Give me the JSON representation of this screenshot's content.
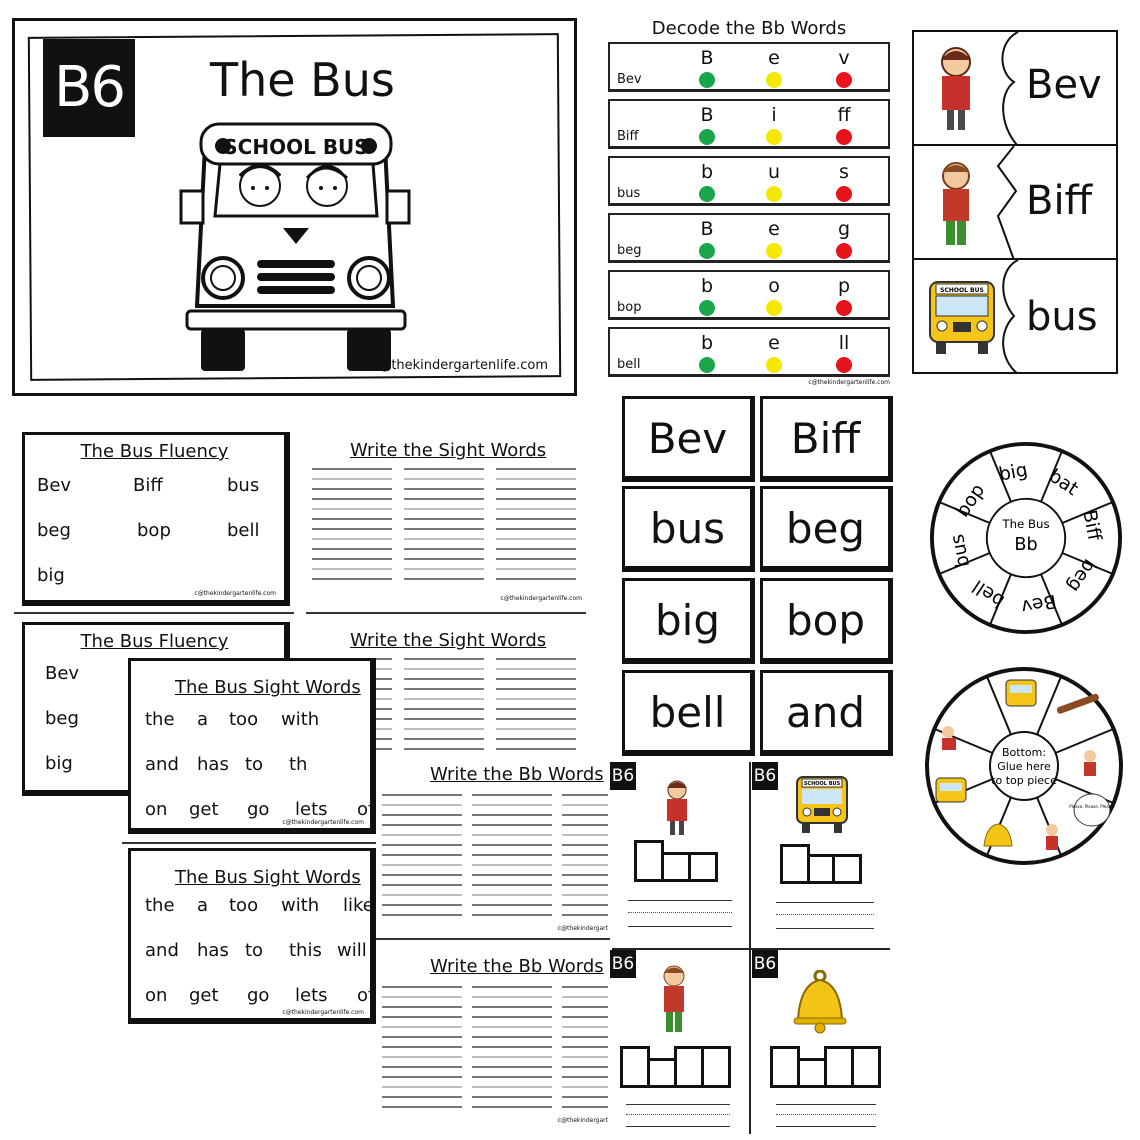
{
  "cover": {
    "badge": "B6",
    "title": "The Bus",
    "bus_sign": "SCHOOL BUS",
    "copyright": "c@thekindergartenlife.com"
  },
  "decode": {
    "title": "Decode the Bb Words",
    "dot_colors": [
      "#1aa64a",
      "#f4e800",
      "#e8141c"
    ],
    "rows": [
      {
        "word": "Bev",
        "letters": [
          "B",
          "e",
          "v"
        ]
      },
      {
        "word": "Biff",
        "letters": [
          "B",
          "i",
          "ff"
        ]
      },
      {
        "word": "bus",
        "letters": [
          "b",
          "u",
          "s"
        ]
      },
      {
        "word": "beg",
        "letters": [
          "B",
          "e",
          "g"
        ]
      },
      {
        "word": "bop",
        "letters": [
          "b",
          "o",
          "p"
        ]
      },
      {
        "word": "bell",
        "letters": [
          "b",
          "e",
          "ll"
        ]
      }
    ],
    "copyright": "c@thekindergartenlife.com"
  },
  "puzzle": {
    "words": [
      "Bev",
      "Biff",
      "bus"
    ],
    "pics": [
      "girl-icon",
      "boy-icon",
      "school-bus-icon"
    ],
    "bus_sign": "SCHOOL BUS"
  },
  "fluency1": {
    "title": "The Bus Fluency",
    "rows": [
      [
        "Bev",
        "Biff",
        "bus"
      ],
      [
        "beg",
        "bop",
        "bell"
      ],
      [
        "big"
      ]
    ],
    "copyright": "c@thekindergartenlife.com"
  },
  "fluency2": {
    "title": "The Bus Fluency",
    "words": [
      "Bev",
      "beg",
      "big"
    ]
  },
  "sight_words_sheet1": {
    "title": "Write the Sight Words",
    "copyright": "c@thekindergartenlife.com"
  },
  "sight_words_sheet2": {
    "title": "Write the Sight Words"
  },
  "tiles": [
    "Bev",
    "Biff",
    "bus",
    "beg",
    "big",
    "bop",
    "bell",
    "and"
  ],
  "spinner_top": {
    "center": [
      "The Bus",
      "Bb"
    ],
    "words": [
      "bat",
      "Biff",
      "beg",
      "Bev",
      "bell",
      "bus",
      "bop",
      "big"
    ]
  },
  "spinner_bottom": {
    "center": [
      "Bottom:",
      "Glue here",
      "to top piece"
    ],
    "bubble": "Please, Please, Please!"
  },
  "sight_card1": {
    "title": "The Bus Sight Words",
    "rows": [
      [
        "the",
        "a",
        "too",
        "with"
      ],
      [
        "and",
        "has",
        "to",
        "th"
      ],
      [
        "on",
        "get",
        "go",
        "lets",
        "of"
      ]
    ],
    "copyright": "c@thekindergartenlife.com"
  },
  "sight_card2": {
    "title": "The Bus Sight Words",
    "rows": [
      [
        "the",
        "a",
        "too",
        "with",
        "likes"
      ],
      [
        "and",
        "has",
        "to",
        "this",
        "will"
      ],
      [
        "on",
        "get",
        "go",
        "lets",
        "of"
      ]
    ],
    "copyright": "c@thekindergartenlife.com"
  },
  "bb_sheet1": {
    "title": "Write the Bb Words",
    "copyright": "c@thekindergart"
  },
  "bb_sheet2": {
    "title": "Write the Bb Words",
    "copyright": "c@thekindergart"
  },
  "box_cards": {
    "badge": "B6",
    "bus_sign": "SCHOOL BUS"
  }
}
